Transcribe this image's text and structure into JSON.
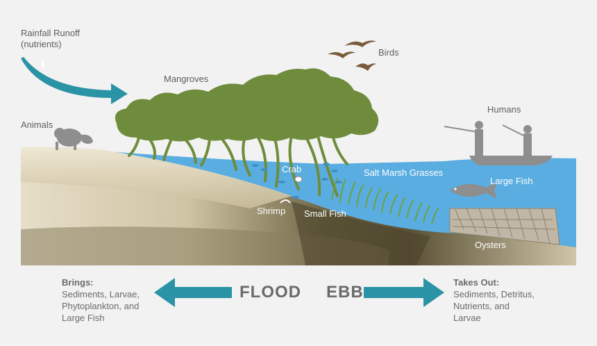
{
  "labels": {
    "rainfall_line1": "Rainfall Runoff",
    "rainfall_line2": "(nutrients)",
    "birds": "Birds",
    "mangroves": "Mangroves",
    "animals": "Animals",
    "humans": "Humans",
    "crab": "Crab",
    "salt_marsh": "Salt Marsh Grasses",
    "large_fish": "Large Fish",
    "shrimp": "Shrimp",
    "small_fish": "Small Fish",
    "oysters": "Oysters"
  },
  "flood": {
    "word": "FLOOD",
    "heading": "Brings:",
    "lines": [
      "Sediments, Larvae,",
      "Phytoplankton, and",
      "Large Fish"
    ]
  },
  "ebb": {
    "word": "EBB",
    "heading": "Takes Out:",
    "lines": [
      "Sediments, Detritus,",
      "Nutrients, and",
      "Larvae"
    ]
  },
  "colors": {
    "water": "#5aade0",
    "arrow_teal": "#2a93a5",
    "tree_green": "#6e8c3b",
    "silhouette_gray": "#8e8e8e",
    "sand": "#d9cfb4",
    "mud": "#5b5236"
  }
}
